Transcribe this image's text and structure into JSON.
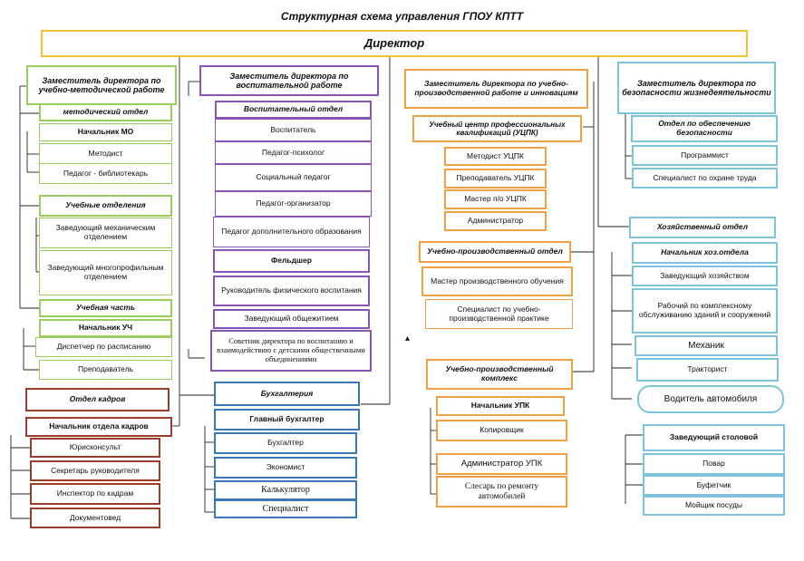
{
  "title": "Структурная схема управления ГПОУ КПТТ",
  "director": "Директор",
  "col1": {
    "head": "Заместитель директора по учебно-методической работе",
    "method_dept": "методический отдел",
    "head_mo": "Начальник МО",
    "methodist": "Методист",
    "librarian": "Педагог - библиотекарь",
    "edu_depts": "Учебные отделения",
    "mech_head": "Заведующий  механическим отделением",
    "multi_head": "Заведующий многопрофильным отделением",
    "edu_part": "Учебная часть",
    "head_uch": "Начальник УЧ",
    "dispatcher": "Диспетчер по расписанию",
    "teacher": "Преподаватель",
    "hr_dept": "Отдел кадров",
    "hr_head": "Начальник отдела кадров",
    "jurist": "Юрисконсульт",
    "secretary": "Секретарь руководителя",
    "hr_inspector": "Инспектор по кадрам",
    "doc_manager": "Документовед"
  },
  "col2": {
    "head": "Заместитель директора по воспитательной работе",
    "dept": "Воспитательный отдел",
    "educator": "Воспитатель",
    "psychologist": "Педагог-психолог",
    "social": "Социальный педагог",
    "organizer": "Педагог-организатор",
    "extra_ed": "Педагог дополнительного образования",
    "paramedic": "Фельдшер",
    "pe_head": "Руководитель физического воспитания",
    "dorm_head": "Заведующий общежитием",
    "advisor": "Советник директора по воспитанию и взаимодействию с детскими общественными объединениями",
    "accounting": "Бухгалтерия",
    "chief_acc": "Главный бухгалтер",
    "accountant": "Бухгалтер",
    "economist": "Экономист",
    "calculator": "Калькулятор",
    "specialist": "Специалист"
  },
  "col3": {
    "head": "Заместитель директора по  учебно-производственной работе  и инновациям",
    "center": "Учебный центр профессиональных квалификаций (УЦПК)",
    "methodist": "Методист УЦПК",
    "teacher": "Преподаватель УЦПК",
    "master": "Мастер п/о УЦПК",
    "admin": "Администратор",
    "prod_dept": "Учебно-производственный отдел",
    "prod_master": "Мастер производственного обучения",
    "practice_spec": "Специалист по учебно-производственной практике",
    "complex": "Учебно-производственный комплекс",
    "upk_head": "Начальник УПК",
    "copier": "Копировщик",
    "upk_admin": "Администратор УПК",
    "mechanic": "Слесарь по ремонту автомобилей"
  },
  "col4": {
    "head": "Заместитель директора по безопасности жизнедеятельности",
    "safety_dept": "Отдел по обеспечению безопасности",
    "programmer": "Программист",
    "labor_spec": "Специалист по охране труда",
    "econ_dept": "Хозяйственный отдел",
    "econ_head": "Начальник хоз.отдела",
    "econ_manager": "Заведующий хозяйством",
    "worker": "Рабочий по комплексному обслуживанию зданий и сооружений",
    "mech": "Механик",
    "tractor": "Тракторист",
    "driver": "Водитель автомобиля",
    "canteen": "Заведующий столовой",
    "cook": "Повар",
    "buffet": "Буфетчик",
    "dishwasher": "Мойщик посуды"
  },
  "colors": {
    "director": "#f2c12e",
    "green": "#9acd5a",
    "purple": "#8a55b5",
    "orange": "#f0a046",
    "blue": "#7ec4dc",
    "brown": "#9b3c2a",
    "dark_blue": "#3d78b6"
  }
}
